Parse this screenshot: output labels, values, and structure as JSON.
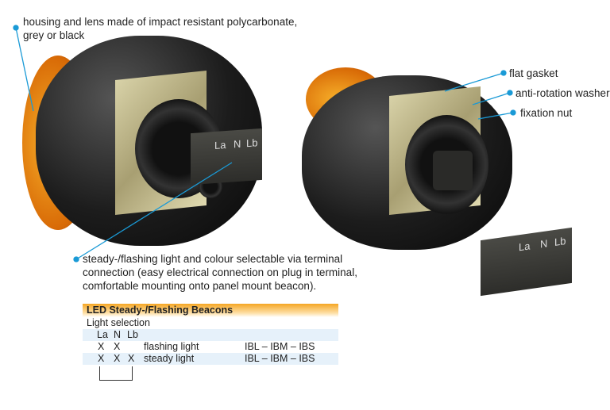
{
  "callouts": {
    "housing": "housing and lens made of impact resistant polycarbonate,",
    "housing2": "grey or black",
    "flat_gasket": "flat gasket",
    "anti_rotation": "anti-rotation washer",
    "fixation_nut": "fixation nut",
    "terminal1": "steady-/flashing light and colour selectable via terminal",
    "terminal2": "connection (easy electrical connection on plug in terminal,",
    "terminal3": "comfortable mounting onto panel mount beacon)."
  },
  "terminal_labels": [
    "La",
    "N",
    "Lb"
  ],
  "table": {
    "title": "LED Steady-/Flashing Beacons",
    "subtitle": "Light selection",
    "headers": [
      "La",
      "N",
      "Lb"
    ],
    "rows": [
      {
        "la": "X",
        "n": "X",
        "lb": "",
        "desc": "flashing light",
        "models": "IBL – IBM – IBS"
      },
      {
        "la": "X",
        "n": "X",
        "lb": "X",
        "desc": "steady light",
        "models": "IBL – IBM – IBS"
      }
    ]
  },
  "colors": {
    "accent": "#1a9ad6",
    "header": "#f5a623"
  }
}
